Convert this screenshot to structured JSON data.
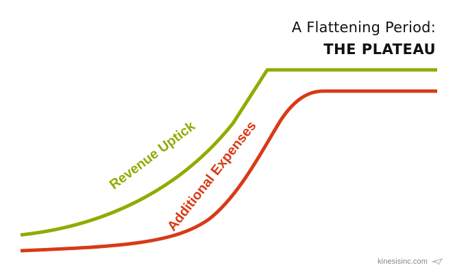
{
  "title": {
    "line1": "A Flattening Period:",
    "line2": "THE PLATEAU"
  },
  "curves": {
    "revenue_label": "Revenue Uptick",
    "expenses_label": "Additional Expenses"
  },
  "colors": {
    "revenue": "#93aa00",
    "expenses": "#d83a16",
    "title": "#111111",
    "footer": "#7f8790"
  },
  "footer": {
    "brand": "kinesisinc.com",
    "icon": "paper-plane-icon"
  }
}
